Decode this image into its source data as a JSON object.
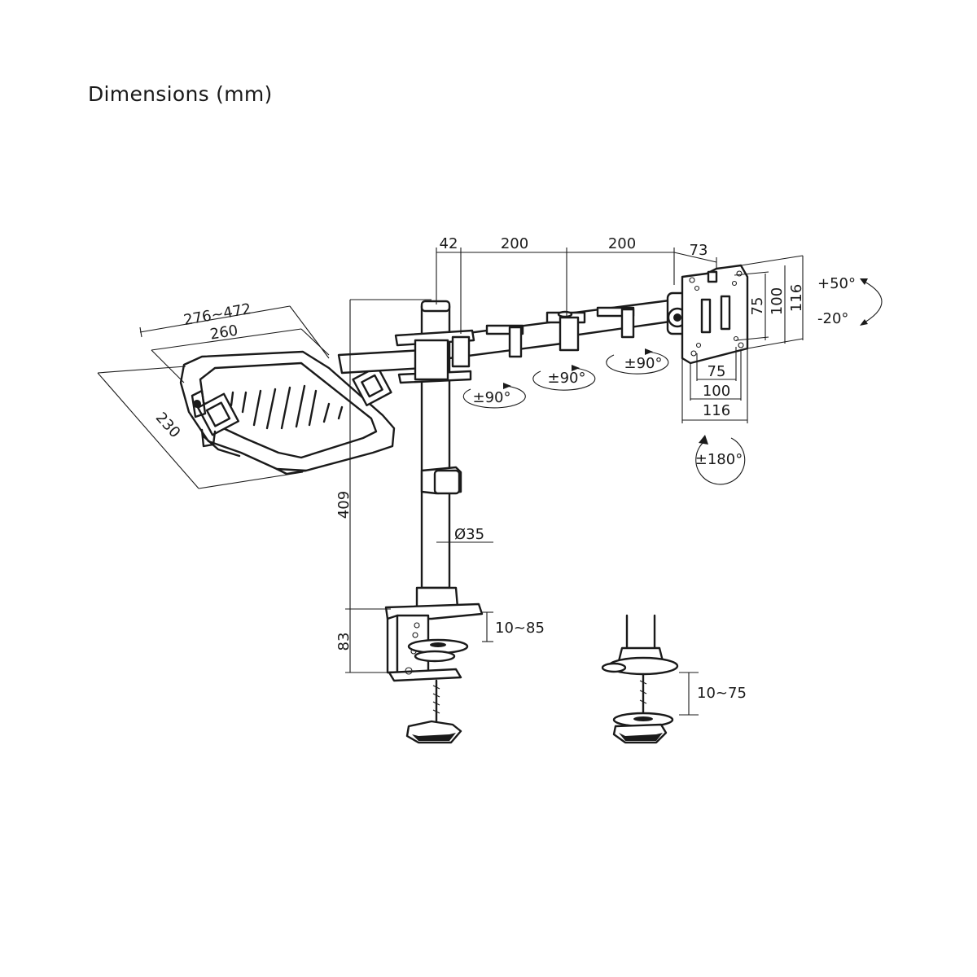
{
  "title": "Dimensions (mm)",
  "dimensions": {
    "offset": "42",
    "arm1": "200",
    "arm2": "200",
    "head": "73",
    "tray_length": "276~472",
    "tray_width": "260",
    "tray_depth": "230",
    "height": "409",
    "pole_diameter": "Ø35",
    "clamp_height": "83",
    "clamp_range": "10~85",
    "grommet_range": "10~75",
    "vesa_h_75": "75",
    "vesa_h_100": "100",
    "vesa_h_116": "116",
    "vesa_v_75": "75",
    "vesa_v_100": "100",
    "vesa_v_116": "116"
  },
  "rotations": {
    "joint1": "±90°",
    "joint2": "±90°",
    "joint3": "±90°",
    "rotate": "±180°",
    "tilt_up": "+50°",
    "tilt_down": "-20°"
  }
}
